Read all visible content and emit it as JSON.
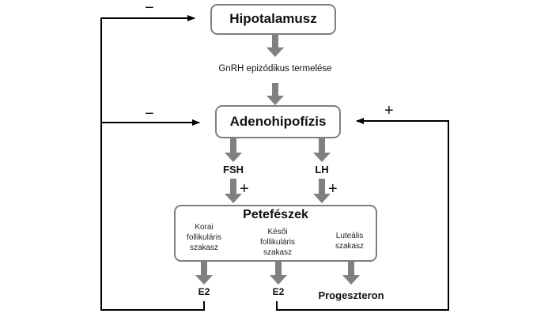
{
  "diagram": {
    "nodes": {
      "hypothalamus": "Hipotalamusz",
      "gnrh": "GnRH epizódikus termelése",
      "pituitary": "Adenohipofízis",
      "fsh": "FSH",
      "lh": "LH",
      "ovary": "Petefészek",
      "phase_early": [
        "Korai",
        "follikuláris",
        "szakasz"
      ],
      "phase_late": [
        "Késői",
        "follikuláris",
        "szakasz"
      ],
      "phase_luteal": [
        "Luteális",
        "szakasz"
      ],
      "e2_early": "E2",
      "e2_late": "E2",
      "progesterone": "Progeszteron"
    },
    "signs": {
      "feedback_hypothalamus": "−",
      "feedback_pituitary_negative": "−",
      "feedback_pituitary_positive": "+",
      "fsh_effect": "+",
      "lh_effect": "+"
    },
    "colors": {
      "arrow": "#808080",
      "box_border": "#7f7f7f",
      "line": "#000000"
    }
  }
}
